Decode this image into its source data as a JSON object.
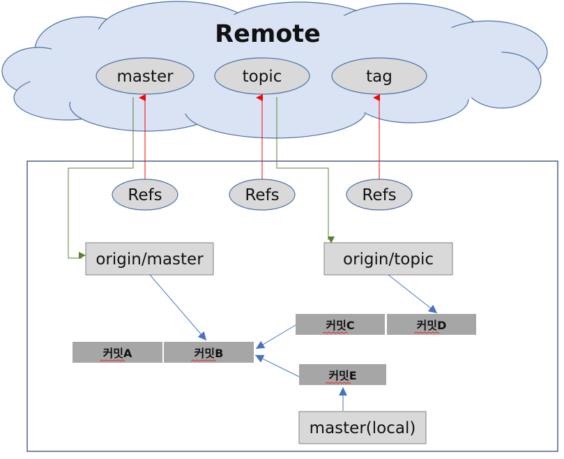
{
  "remote": {
    "title": "Remote",
    "refs": [
      {
        "label": "master"
      },
      {
        "label": "topic"
      },
      {
        "label": "tag"
      }
    ]
  },
  "local": {
    "refs_label": "Refs",
    "tracking": [
      {
        "label": "origin/master"
      },
      {
        "label": "origin/topic"
      }
    ],
    "commits": {
      "a": "커밋A",
      "b": "커밋B",
      "c": "커밋C",
      "d": "커밋D",
      "e": "커밋E"
    },
    "local_branch": "master(local)"
  },
  "colors": {
    "cloud_fill": "#d9e3f3",
    "cloud_stroke": "#4a6fa5",
    "ellipse_fill": "#d9d9d9",
    "box_fill": "#d9d9d9",
    "commit_fill": "#a6a6a6",
    "frame_stroke": "#1f3864",
    "arrow_red": "#ff0000",
    "arrow_green": "#548235",
    "arrow_blue": "#4472c4"
  }
}
